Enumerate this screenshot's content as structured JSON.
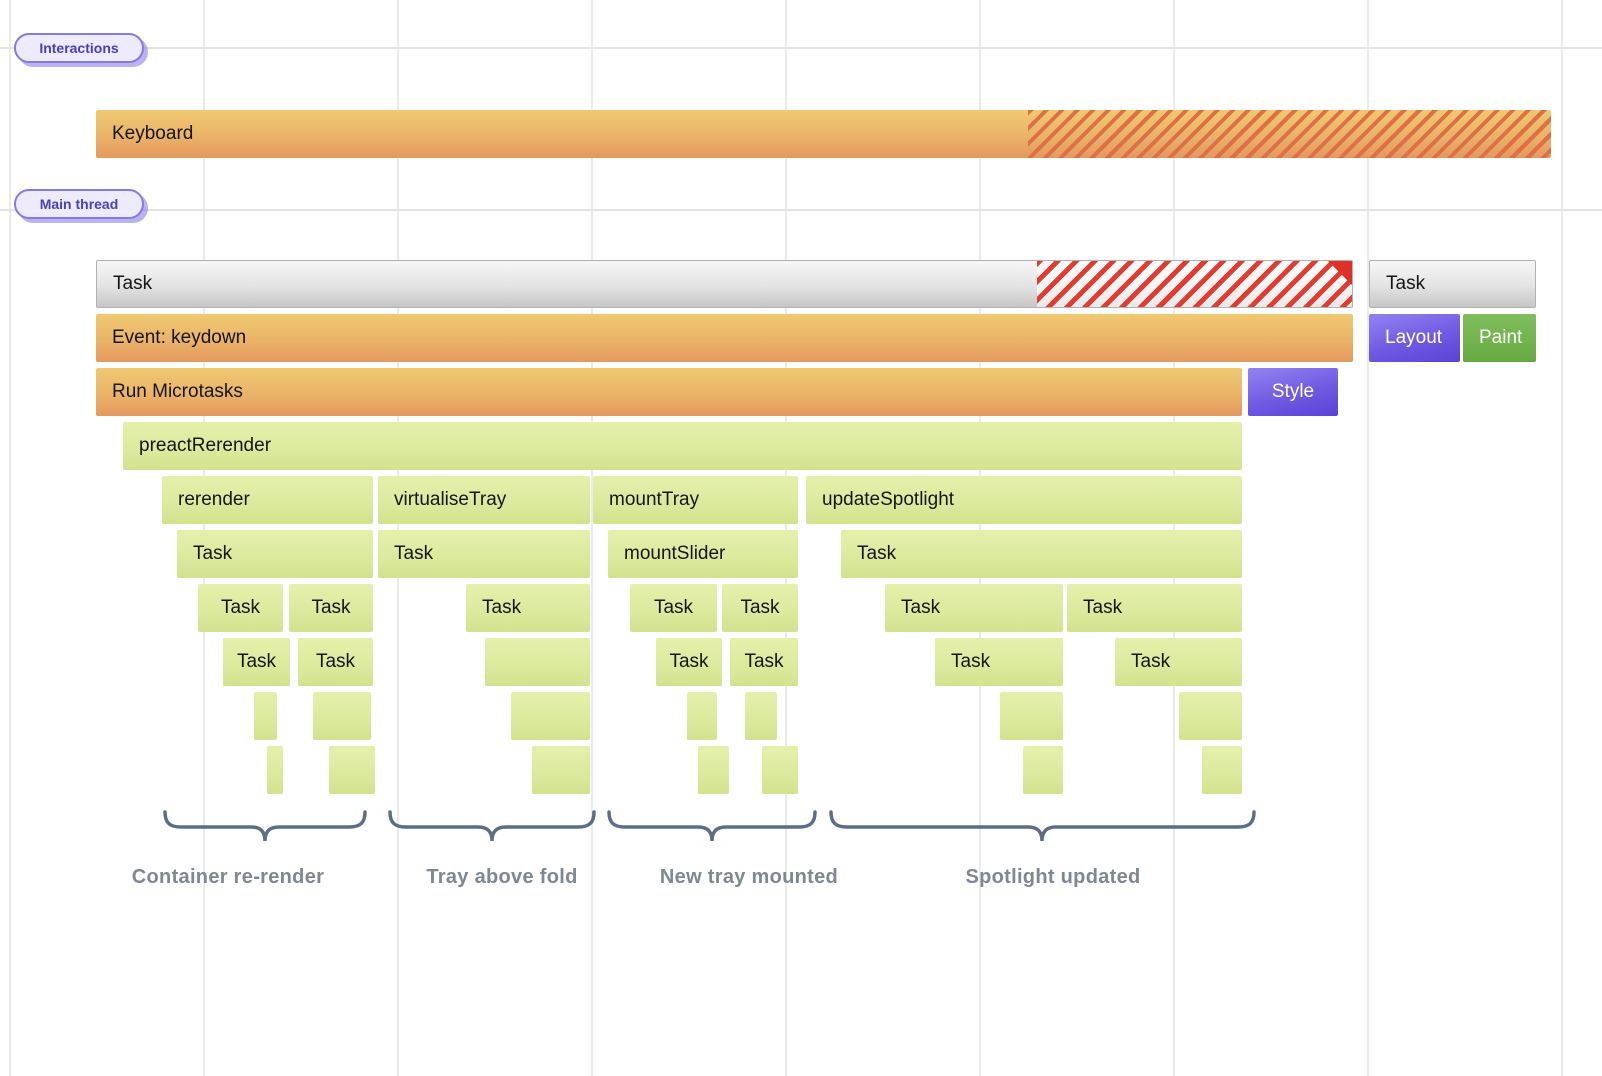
{
  "tracks": {
    "interactions": "Interactions",
    "main_thread": "Main thread"
  },
  "bars": {
    "keyboard": "Keyboard",
    "task": "Task",
    "event_keydown": "Event: keydown",
    "run_microtasks": "Run Microtasks",
    "style": "Style",
    "layout": "Layout",
    "paint": "Paint",
    "preact_rerender": "preactRerender",
    "rerender": "rerender",
    "virtualise_tray": "virtualiseTray",
    "mount_tray": "mountTray",
    "update_spotlight": "updateSpotlight",
    "mount_slider": "mountSlider"
  },
  "annotations": {
    "container_rerender": "Container re-render",
    "tray_above_fold": "Tray above fold",
    "new_tray_mounted": "New tray mounted",
    "spotlight_updated": "Spotlight updated"
  },
  "colors": {
    "bar_orange": "#e9a964",
    "bar_green": "#dcea9e",
    "bar_gray": "#d9d9d9",
    "button_purple": "#7059e2",
    "button_paint_green": "#72b44d",
    "hatch_red": "#e23b30",
    "hatch_orange": "#e06f48",
    "pill_purple": "#4740c7",
    "brace_blue_gray": "#5c6d89",
    "caption_gray": "#7e8794"
  }
}
